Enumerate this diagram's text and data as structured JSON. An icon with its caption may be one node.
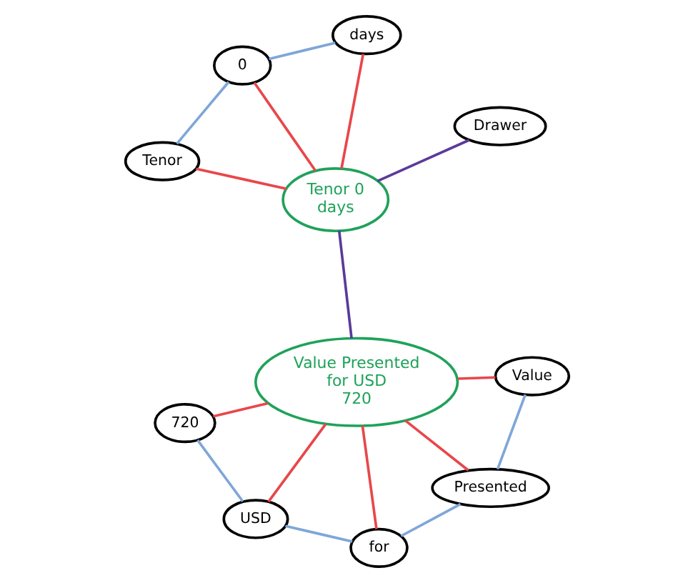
{
  "diagram": {
    "nodes": [
      {
        "text": [
          "Tenor"
        ]
      },
      {
        "text": [
          "Drawer"
        ]
      },
      {
        "text": [
          "Tenor 0 days"
        ]
      },
      {
        "text": [
          "0"
        ]
      },
      {
        "text": [
          "days"
        ]
      },
      {
        "text": [
          "Value Presented for USD 720"
        ]
      },
      {
        "text": [
          "720"
        ]
      },
      {
        "text": [
          "Value"
        ]
      },
      {
        "text": [
          "USD"
        ]
      },
      {
        "text": [
          "Presented"
        ]
      },
      {
        "text": [
          "for"
        ]
      }
    ],
    "edges": [
      {
        "from": 0,
        "to": 2,
        "arrow": "none"
      },
      {
        "from": 0,
        "to": 3,
        "arrow": "none",
        "color": "#7fa6d8"
      },
      {
        "from": 3,
        "to": 2,
        "arrow": "none"
      },
      {
        "from": 3,
        "to": 4,
        "arrow": "none",
        "color": "#7fa6d8"
      },
      {
        "from": 4,
        "to": 2,
        "arrow": "none"
      },
      {
        "from": 1,
        "to": 2,
        "arrow": "none",
        "color": "#5b3a9a"
      },
      {
        "from": 2,
        "to": 5,
        "arrow": "none",
        "color": "#5b3a9a"
      },
      {
        "from": 5,
        "to": 6,
        "arrow": "none"
      },
      {
        "from": 5,
        "to": 7,
        "arrow": "none"
      },
      {
        "from": 5,
        "to": 9,
        "arrow": "none"
      },
      {
        "from": 5,
        "to": 10,
        "arrow": "none"
      },
      {
        "from": 5,
        "to": 8,
        "arrow": "none"
      },
      {
        "from": 8,
        "to": 6,
        "arrow": "none",
        "color": "#7fa6d8"
      },
      {
        "from": 7,
        "to": 9,
        "arrow": "none",
        "color": "#7fa6d8"
      },
      {
        "from": 9,
        "to": 10,
        "arrow": "none",
        "color": "#7fa6d8"
      },
      {
        "from": 10,
        "to": 8,
        "arrow": "none",
        "color": "#7fa6d8"
      }
    ]
  }
}
